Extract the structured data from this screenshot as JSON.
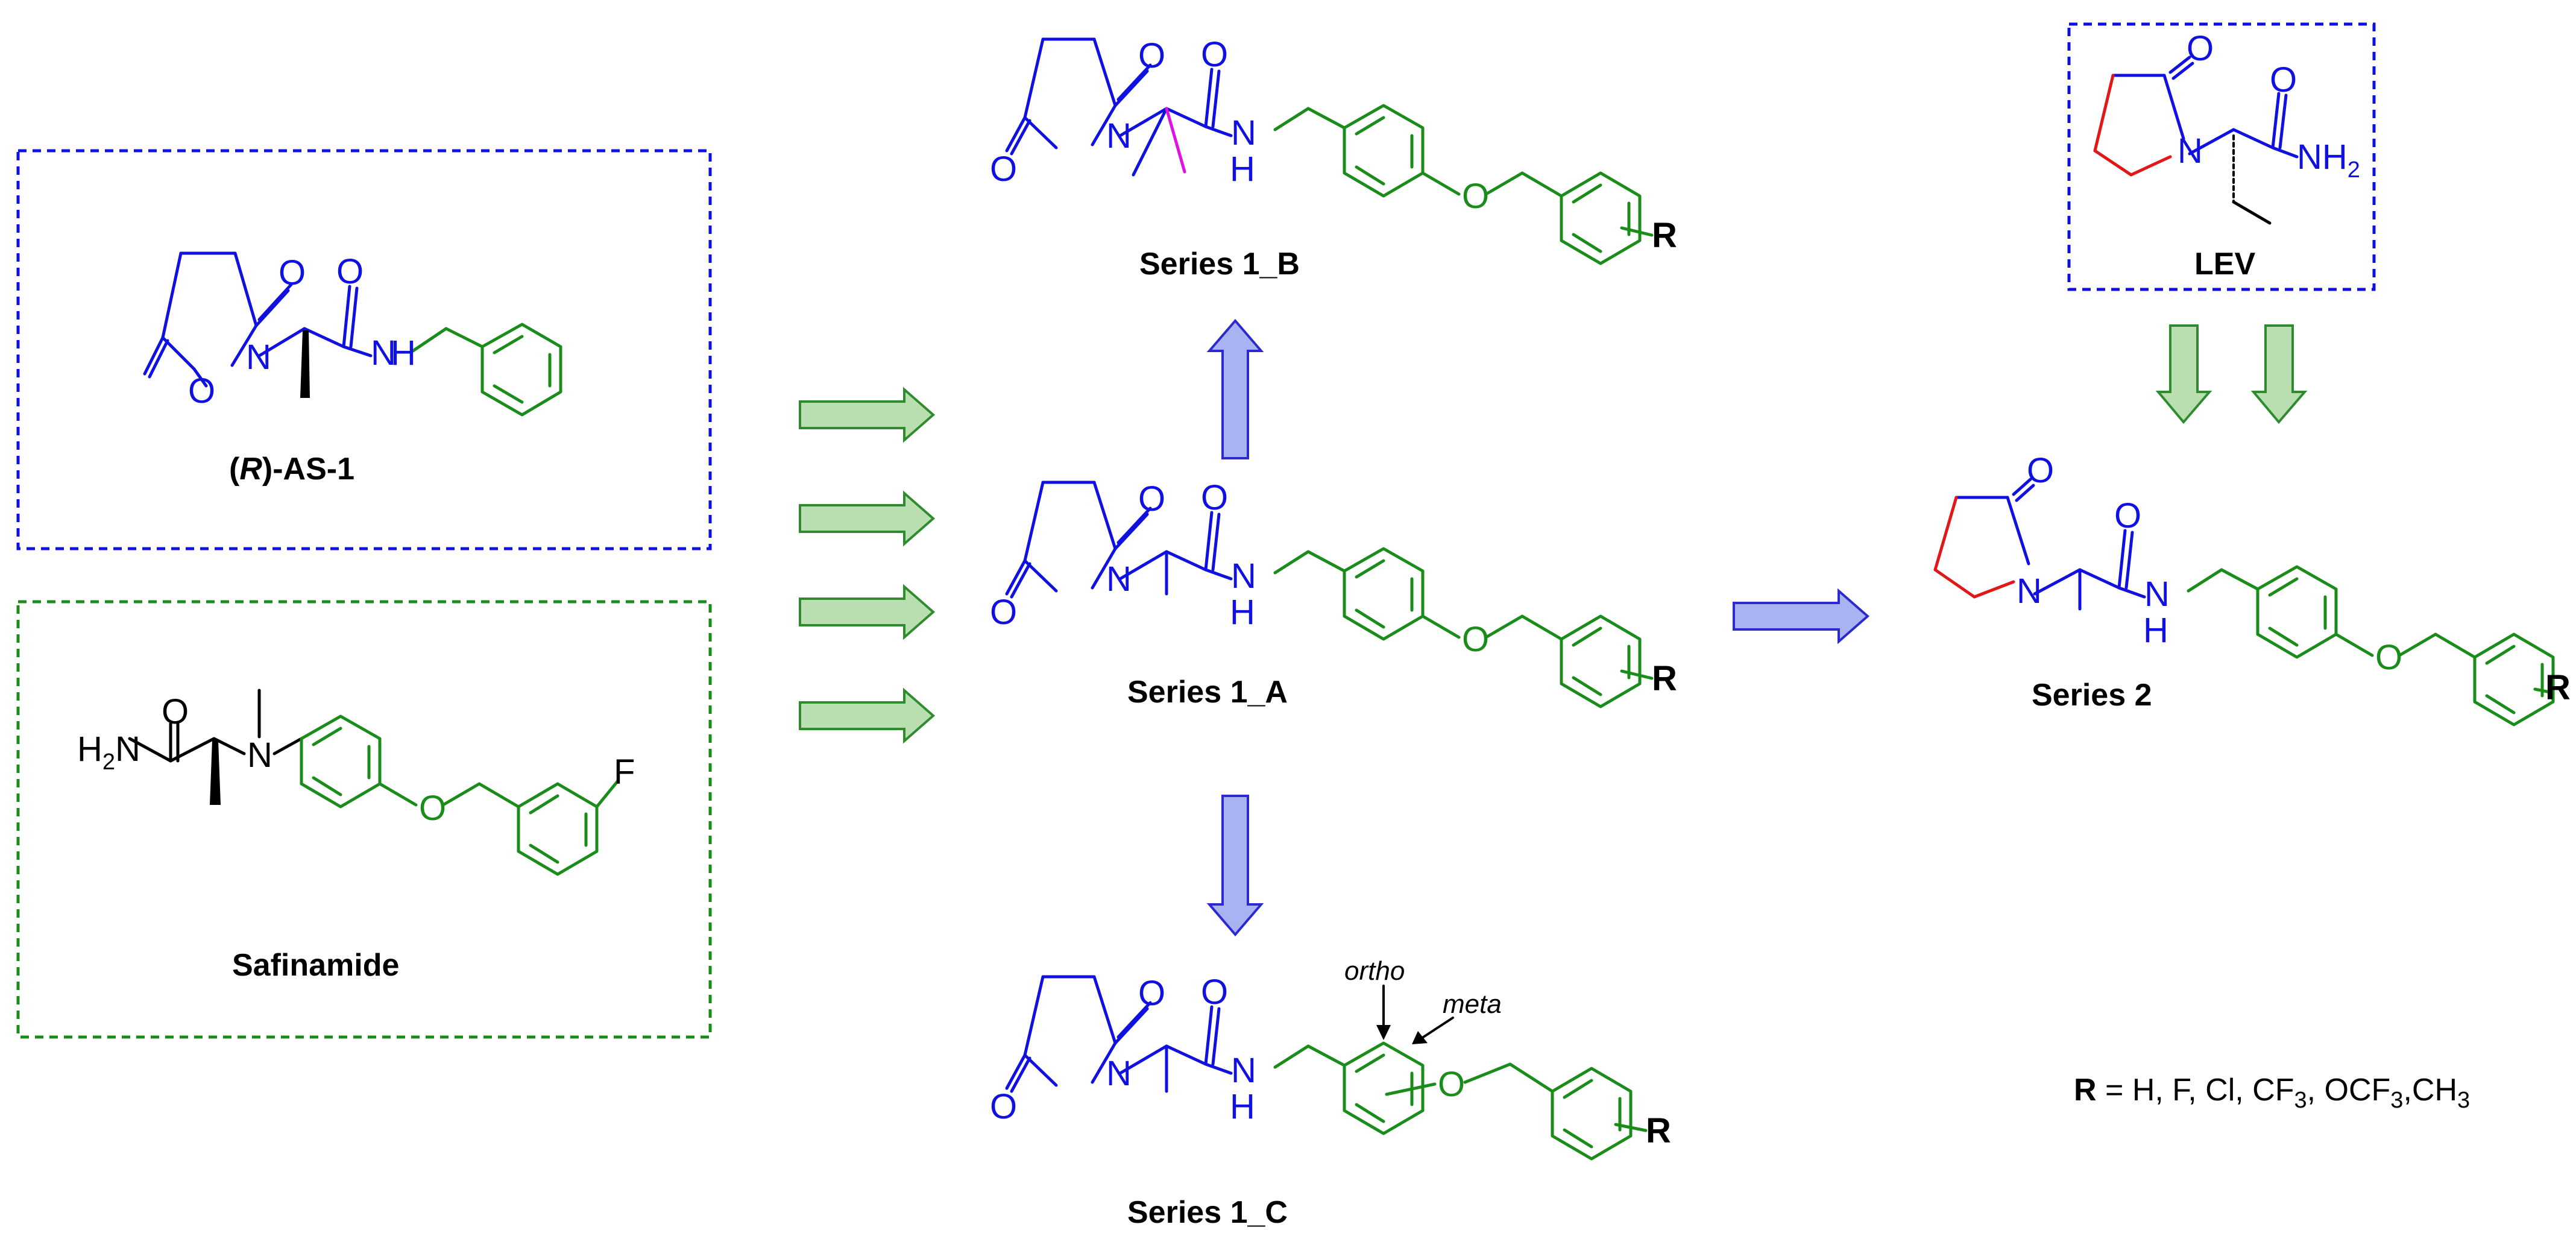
{
  "colors": {
    "blue": "#1010e0",
    "green": "#1a8c1a",
    "black": "#000000",
    "red": "#e01818",
    "magenta": "#e010e0",
    "arrow_green_fill": "#b9dfb0",
    "arrow_green_stroke": "#2e8b2e",
    "arrow_blue_fill": "#aab3f2",
    "arrow_blue_stroke": "#2a2ad0"
  },
  "labels": {
    "as1_prefix": "(",
    "as1_R": "R",
    "as1_suffix": ")-AS-1",
    "safinamide": "Safinamide",
    "lev": "LEV",
    "series_1a": "Series 1_A",
    "series_1b": "Series 1_B",
    "series_1c": "Series 1_C",
    "series_2": "Series 2"
  },
  "atoms": {
    "O": "O",
    "N": "N",
    "H": "H",
    "F": "F",
    "R": "R",
    "NH2_main": "NH",
    "NH2_sub": "2",
    "H2N_main": "H",
    "H2N_sub": "2",
    "H2N_N": "N"
  },
  "annotations": {
    "ortho": "ortho",
    "meta": "meta"
  },
  "substituents": {
    "R_bold": "R",
    "rest": " = H, F,  Cl, CF",
    "cf3_sub": "3",
    "ocf": ", OCF",
    "ocf3_sub": "3",
    "ch": ",CH",
    "ch3_sub": "3"
  }
}
